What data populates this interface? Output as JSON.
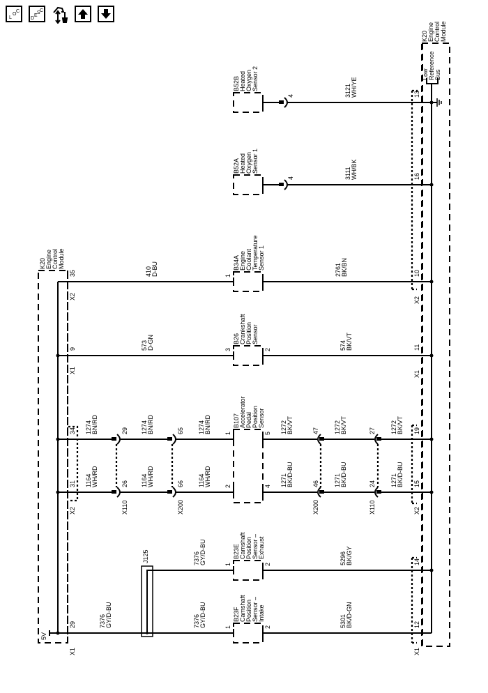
{
  "toolbar": {
    "buttons": [
      {
        "name": "loc",
        "label_parts": [
          "L",
          "O",
          "C"
        ]
      },
      {
        "name": "desc",
        "label_parts": [
          "D",
          "E",
          "S",
          "C"
        ]
      },
      {
        "name": "connector-help",
        "icon": "connector-wrench-icon"
      },
      {
        "name": "up",
        "icon": "arrow-up-icon"
      },
      {
        "name": "down",
        "icon": "arrow-down-icon"
      }
    ]
  },
  "modules": {
    "left_ecm": {
      "lines": [
        "K20",
        "Engine",
        "Control",
        "Module"
      ],
      "supply_label": "5V"
    },
    "right_ecm": {
      "lines": [
        "K20",
        "Engine",
        "Control",
        "Module"
      ],
      "bus_label": [
        "Low",
        "Reference",
        "Bus"
      ]
    }
  },
  "components": [
    {
      "id": "B52B",
      "lines": [
        "B52B",
        "Heated",
        "Oxygen",
        "Sensor 2"
      ]
    },
    {
      "id": "B52A",
      "lines": [
        "B52A",
        "Heated",
        "Oxygen",
        "Sensor 1"
      ]
    },
    {
      "id": "B34A",
      "lines": [
        "B34A",
        "Engine",
        "Coolant",
        "Temperature",
        "Sensor 1"
      ]
    },
    {
      "id": "B26",
      "lines": [
        "B26",
        "Crankshaft",
        "Position",
        "Sensor"
      ]
    },
    {
      "id": "B107",
      "lines": [
        "B107",
        "Accelerator",
        "Pedal",
        "Position",
        "Sensor"
      ]
    },
    {
      "id": "B23E",
      "lines": [
        "B23E",
        "Camshaft",
        "Position",
        "Sensor –",
        "Exhaust"
      ]
    },
    {
      "id": "B23F",
      "lines": [
        "B23F",
        "Camshaft",
        "Position",
        "Sensor –",
        "Intake"
      ]
    }
  ],
  "splice": {
    "id": "J125"
  },
  "inline_connectors": {
    "x110": "X110",
    "x200": "X200"
  },
  "ecm_connectors": {
    "x1": "X1",
    "x2": "X2"
  },
  "circuits": {
    "b52b_low": {
      "num": "3121",
      "color": "WH/YE",
      "ecm_pin": "13",
      "sensor_pin": "4"
    },
    "b52a_low": {
      "num": "3111",
      "color": "WH/BK",
      "ecm_pin": "16",
      "sensor_pin": "4"
    },
    "b34a_sig": {
      "num": "410",
      "color": "D-BU",
      "ecm_pin": "35",
      "ecm_conn": "X2",
      "sensor_pin": "1"
    },
    "b34a_low": {
      "num": "2761",
      "color": "BK/BN",
      "ecm_pin": "10",
      "ecm_conn": "X2"
    },
    "b26_sig": {
      "num": "573",
      "color": "D-GN",
      "ecm_pin": "9",
      "ecm_conn": "X1",
      "sensor_pin": "3"
    },
    "b26_low": {
      "num": "574",
      "color": "BK/VT",
      "ecm_pin": "11",
      "ecm_conn": "X1",
      "sensor_pin": "2"
    },
    "b107_5v": {
      "num": "1274",
      "color": "BN/RD",
      "ecm_pin": "34",
      "x110_pin": "29",
      "x200_pin": "65",
      "sensor_pin": "1"
    },
    "b107_sig": {
      "num": "1164",
      "color": "WH/RD",
      "ecm_pin": "31",
      "ecm_conn": "X2",
      "x110_pin": "26",
      "x200_pin": "66",
      "sensor_pin": "2"
    },
    "b107_low5": {
      "num": "1272",
      "color": "BK/VT",
      "ecm_pin": "19",
      "x110_pin": "27",
      "x200_pin": "47",
      "sensor_pin": "5"
    },
    "b107_low4": {
      "num": "1271",
      "color": "BK/D-BU",
      "ecm_pin": "15",
      "ecm_conn": "X2",
      "x110_pin": "24",
      "x200_pin": "46",
      "sensor_pin": "4"
    },
    "cam_5v": {
      "num": "7376",
      "color": "GY/D-BU",
      "ecm_pin": "29",
      "ecm_conn": "X1",
      "sensor_pin": "1"
    },
    "b23e_low": {
      "num": "5296",
      "color": "BK/GY",
      "ecm_pin": "14",
      "sensor_pin": "2"
    },
    "b23f_low": {
      "num": "5301",
      "color": "BK/D-GN",
      "ecm_pin": "12",
      "ecm_conn": "X1",
      "sensor_pin": "2"
    }
  }
}
